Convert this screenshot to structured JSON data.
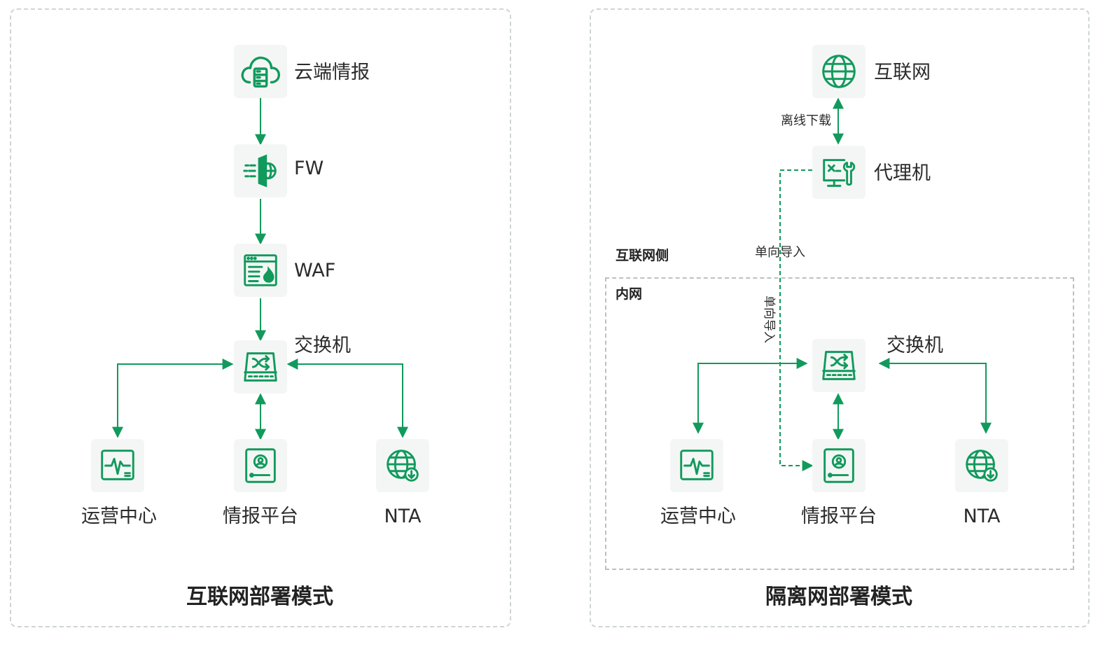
{
  "colors": {
    "accent": "#119a5c",
    "panel_border": "#cfd6d2",
    "icon_bg": "#f4f6f5"
  },
  "left": {
    "title": "互联网部署模式",
    "nodes": {
      "cloud": {
        "label": "云端情报",
        "icon": "cloud-server-icon"
      },
      "fw": {
        "label": "FW",
        "icon": "firewall-icon"
      },
      "waf": {
        "label": "WAF",
        "icon": "waf-icon"
      },
      "switch": {
        "label": "交换机",
        "icon": "switch-icon"
      },
      "ops": {
        "label": "运营中心",
        "icon": "monitor-pulse-icon"
      },
      "intel": {
        "label": "情报平台",
        "icon": "intel-platform-icon"
      },
      "nta": {
        "label": "NTA",
        "icon": "nta-globe-icon"
      }
    }
  },
  "right": {
    "title": "隔离网部署模式",
    "zone_internet": "互联网侧",
    "zone_intranet": "内网",
    "edge_offline": "离线下载",
    "edge_oneway": "单向导入",
    "edge_oneway_vertical": "单向导入",
    "nodes": {
      "internet": {
        "label": "互联网",
        "icon": "globe-icon"
      },
      "proxy": {
        "label": "代理机",
        "icon": "proxy-machine-icon"
      },
      "switch": {
        "label": "交换机",
        "icon": "switch-icon"
      },
      "ops": {
        "label": "运营中心",
        "icon": "monitor-pulse-icon"
      },
      "intel": {
        "label": "情报平台",
        "icon": "intel-platform-icon"
      },
      "nta": {
        "label": "NTA",
        "icon": "nta-globe-icon"
      }
    }
  }
}
